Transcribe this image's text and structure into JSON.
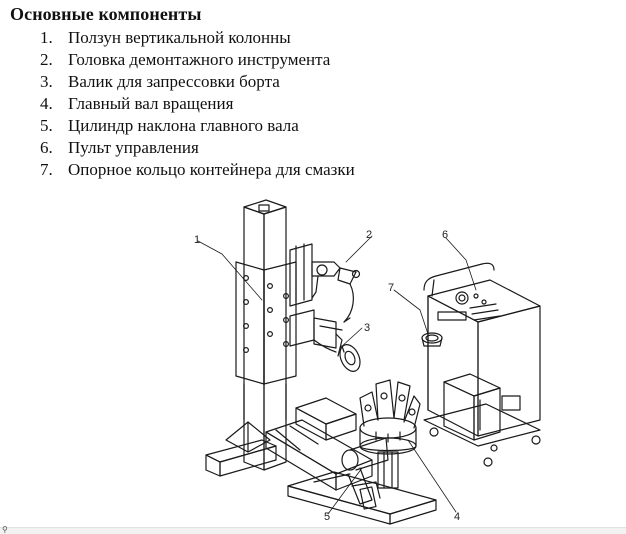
{
  "heading": "Основные компоненты",
  "components": [
    {
      "num": "1.",
      "label": "Ползун вертикальной колонны"
    },
    {
      "num": "2.",
      "label": "Головка демонтажного инструмента"
    },
    {
      "num": "3.",
      "label": "Валик для запрессовки борта"
    },
    {
      "num": "4.",
      "label": "Главный вал вращения"
    },
    {
      "num": "5.",
      "label": "Цилиндр наклона главного вала"
    },
    {
      "num": "6.",
      "label": "Пульт управления"
    },
    {
      "num": "7.",
      "label": "Опорное кольцо контейнера для смазки"
    }
  ],
  "callouts": {
    "c1": "1",
    "c2": "2",
    "c3": "3",
    "c4": "4",
    "c5": "5",
    "c6": "6",
    "c7": "7"
  },
  "colors": {
    "line": "#1a1a1a",
    "paper": "#ffffff"
  }
}
